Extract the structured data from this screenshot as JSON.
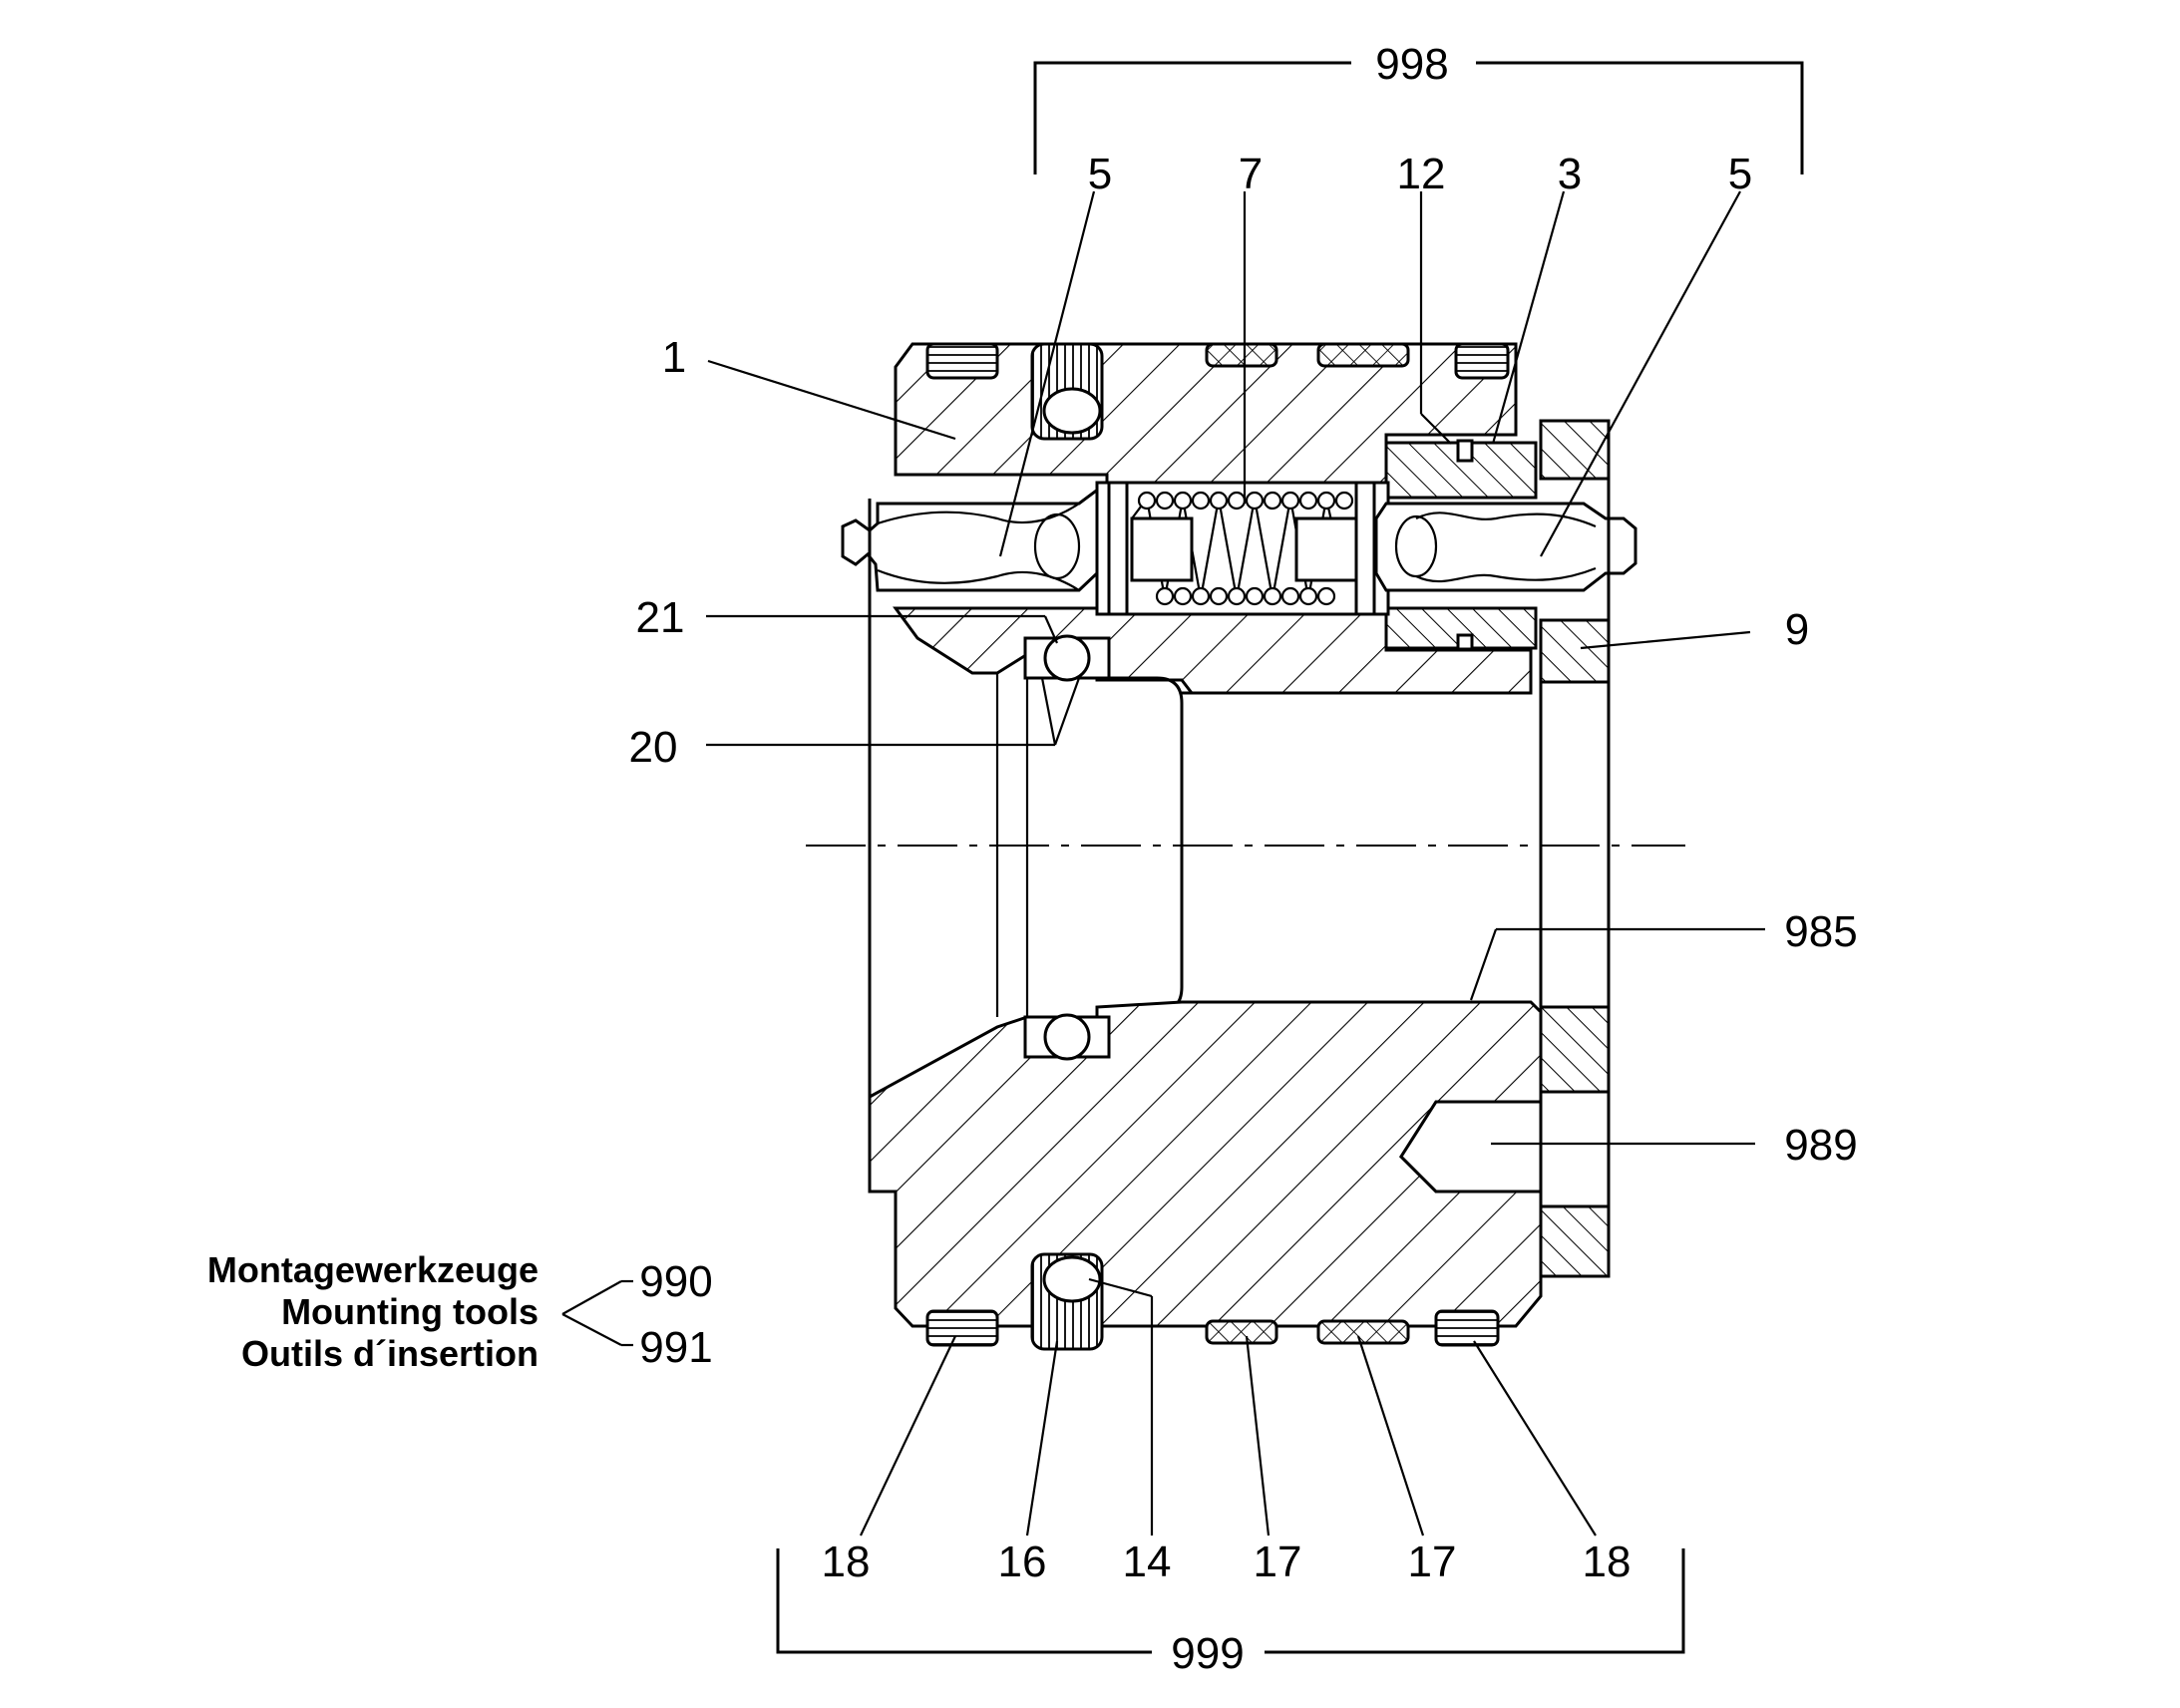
{
  "labels": {
    "l998": "998",
    "l999": "999",
    "l1": "1",
    "l5a": "5",
    "l7": "7",
    "l12": "12",
    "l3": "3",
    "l5b": "5",
    "l21": "21",
    "l20": "20",
    "l9": "9",
    "l985": "985",
    "l989": "989",
    "l990": "990",
    "l991": "991",
    "l18a": "18",
    "l16": "16",
    "l14": "14",
    "l17a": "17",
    "l17b": "17",
    "l18b": "18"
  },
  "legend": {
    "line1": "Montagewerkzeuge",
    "line2": "Mounting tools",
    "line3": "Outils d´insertion"
  }
}
